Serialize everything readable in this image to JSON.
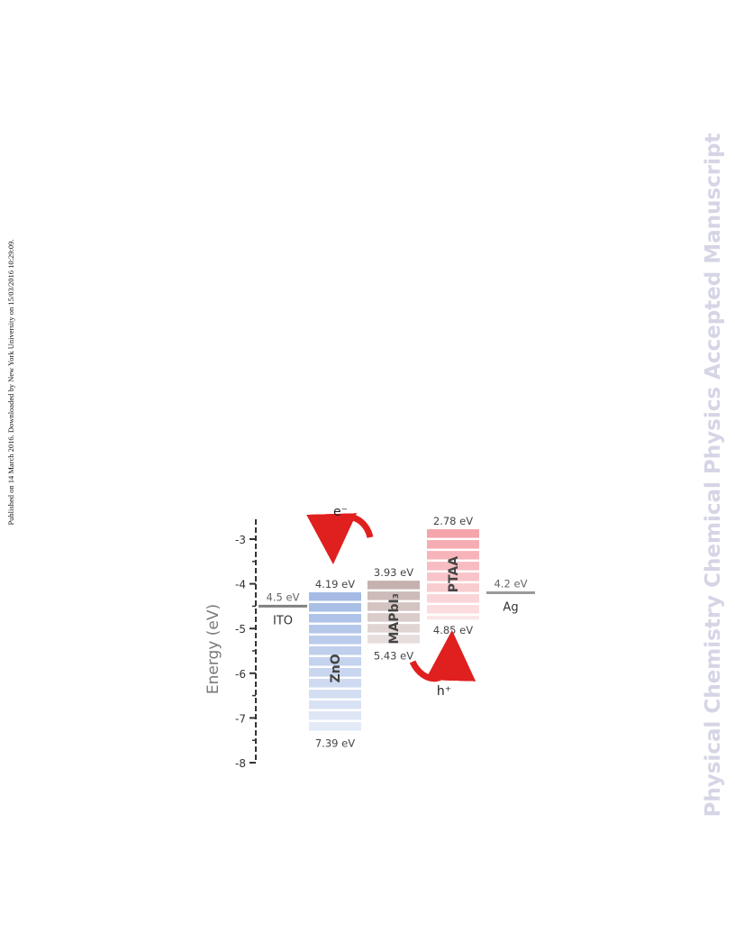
{
  "side_note": "Published on 14 March 2016. Downloaded by New York University on 15/03/2016 10:29:09.",
  "watermark": "Physical Chemistry Chemical Physics Accepted Manuscript",
  "figure": {
    "y_axis": {
      "label": "Energy (eV)",
      "range": [
        -8,
        -2.5
      ],
      "ticks": [
        "-3",
        "-4",
        "-5",
        "-6",
        "-7",
        "-8"
      ]
    },
    "levels": [
      {
        "id": "ito",
        "name": "ITO",
        "value_label": "4.5 eV",
        "energy": -4.5,
        "color": "#808080"
      },
      {
        "id": "ag",
        "name": "Ag",
        "value_label": "4.2 eV",
        "energy": -4.2,
        "color": "#9a9a9a"
      }
    ],
    "bands": [
      {
        "id": "zno",
        "name": "ZnO",
        "top_label": "4.19 eV",
        "bottom_label": "7.39 eV",
        "top": -4.19,
        "bottom": -7.39,
        "color": "#9bb4e2"
      },
      {
        "id": "mapbi3",
        "name": "MAPbI₃",
        "top_label": "3.93 eV",
        "bottom_label": "5.43 eV",
        "top": -3.93,
        "bottom": -5.43,
        "color": "#bfa9a6"
      },
      {
        "id": "ptaa",
        "name": "PTAA",
        "top_label": "2.78 eV",
        "bottom_label": "4.85 eV",
        "top": -2.78,
        "bottom": -4.85,
        "color": "#f39aa2"
      }
    ],
    "carriers": {
      "electron": {
        "label": "e⁻"
      },
      "hole": {
        "label": "h⁺"
      }
    },
    "arrow_color": "#e01f1f"
  }
}
